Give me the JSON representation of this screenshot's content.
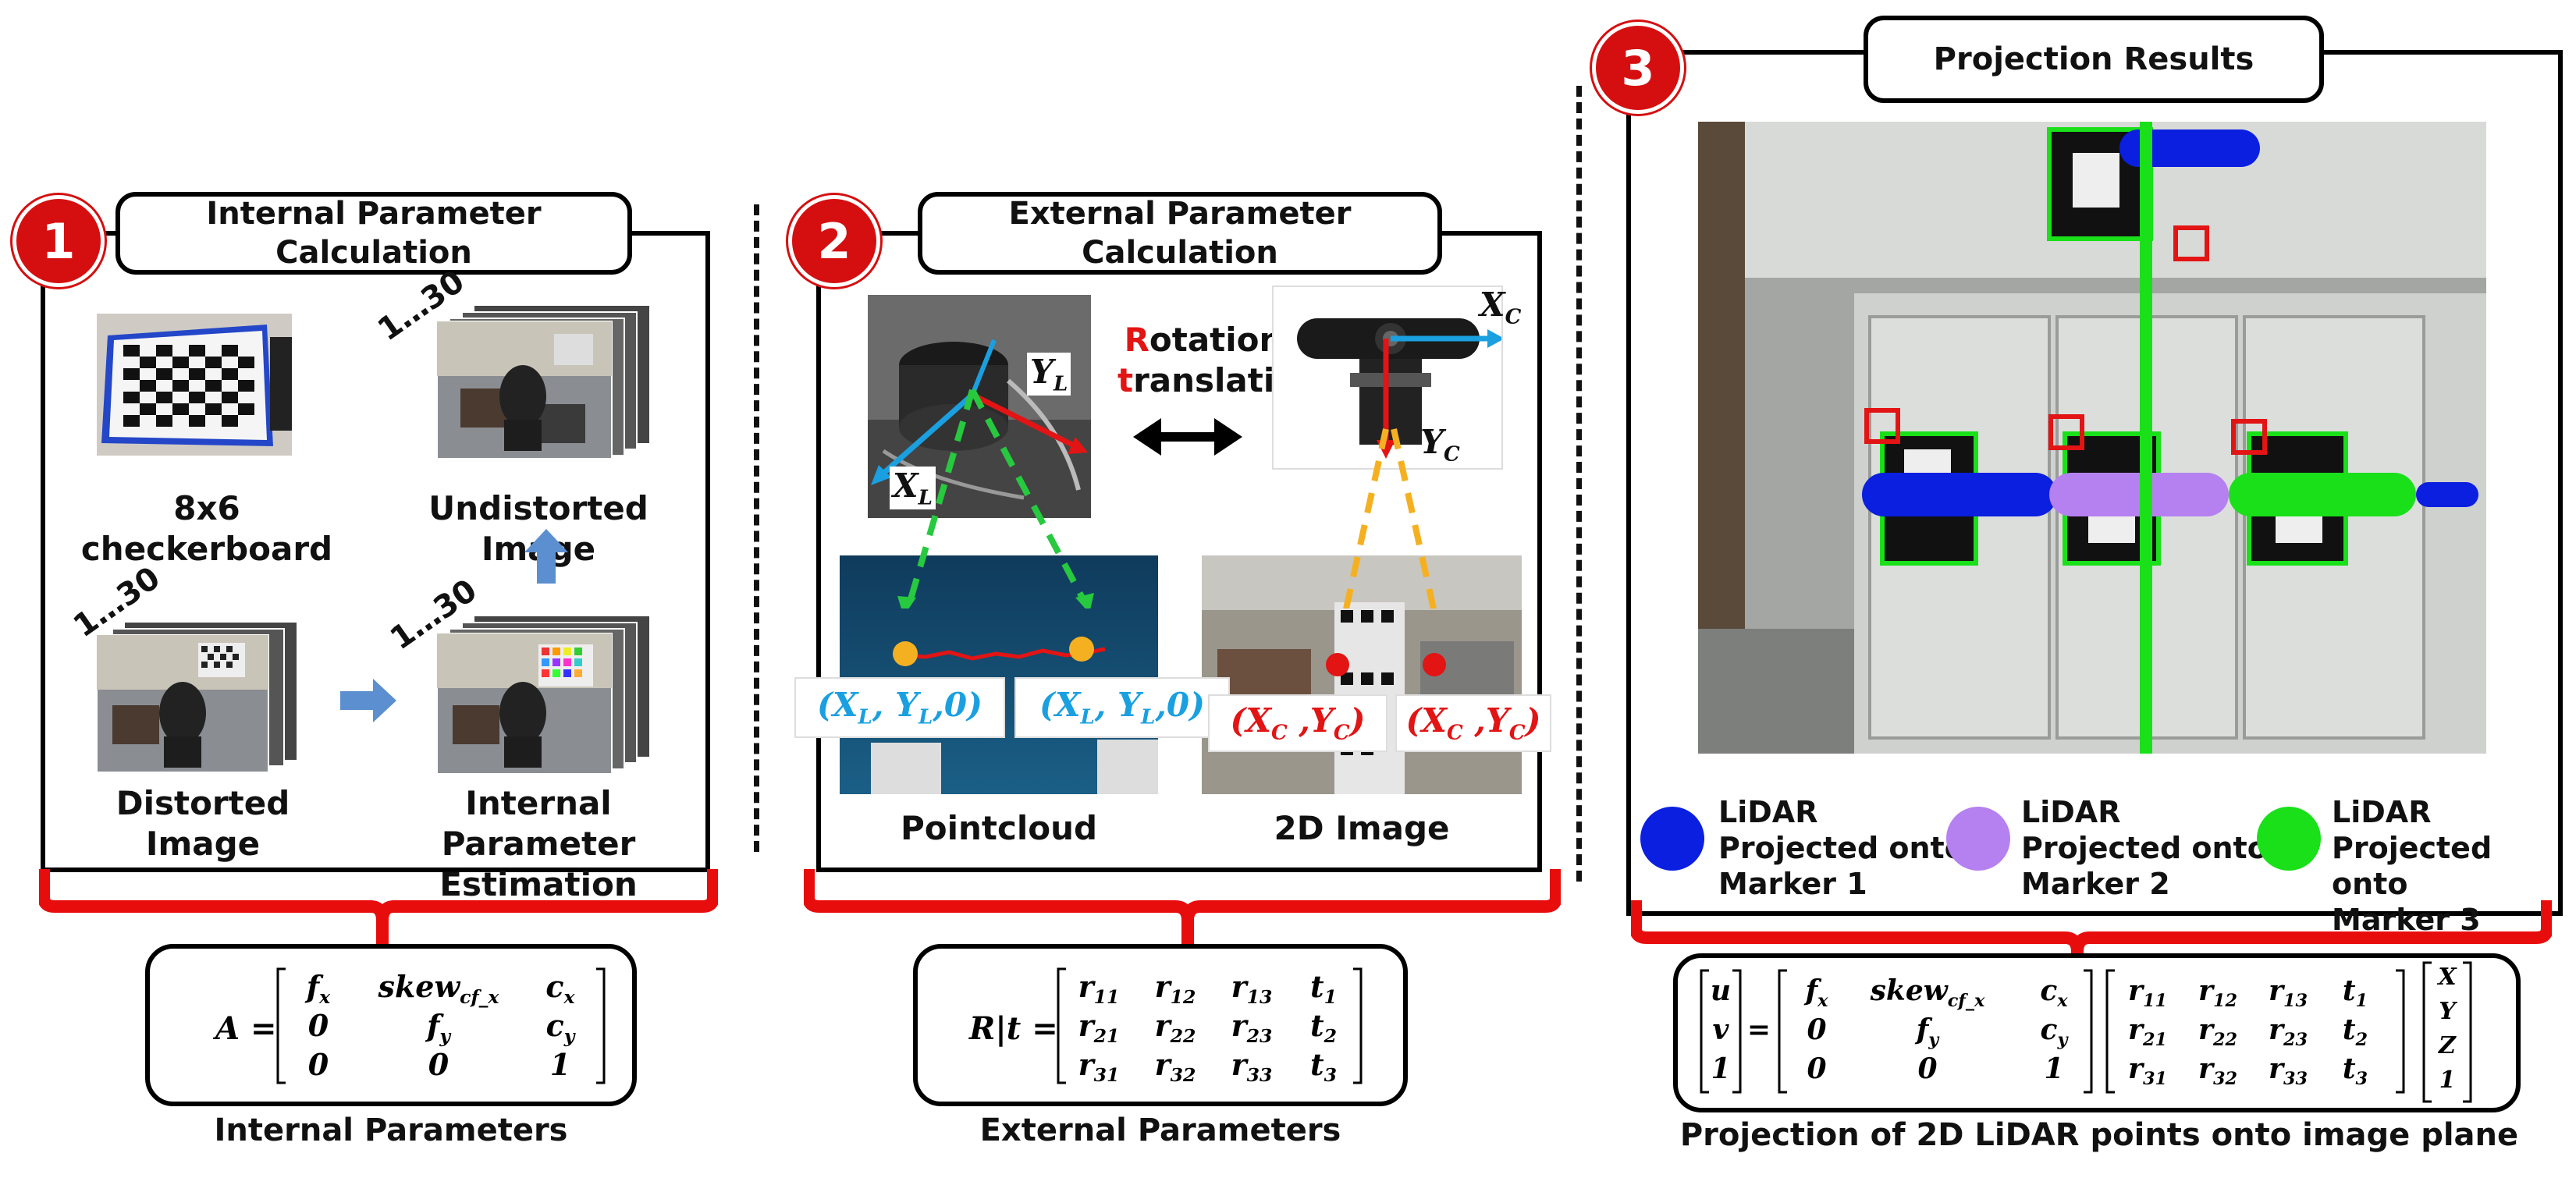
{
  "panel1": {
    "badge": "1",
    "title": "Internal Parameter Calculation",
    "checkerboard_label": "8x6 checkerboard",
    "undistorted_label": "Undistorted Image",
    "distorted_label": "Distorted Image",
    "estimation_label": "Internal Parameter Estimation",
    "count_a": "1…30",
    "count_b": "1…30",
    "count_c": "1…30",
    "equation_title": "Internal Parameters",
    "matrix": {
      "lhs": "A =",
      "rows": [
        [
          "f_x",
          "skew_cf_x",
          "c_x"
        ],
        [
          "0",
          "f_y",
          "c_y"
        ],
        [
          "0",
          "0",
          "1"
        ]
      ]
    }
  },
  "panel2": {
    "badge": "2",
    "title": "External Parameter Calculation",
    "rotation_r": "R",
    "rotation_rest": "otation",
    "translation_t": "t",
    "translation_rest": "ranslation",
    "lidar_axis_x": "X_L",
    "lidar_axis_y": "Y_L",
    "camera_axis_x": "X_C",
    "camera_axis_y": "Y_C",
    "lidar_point_1": "(X_L, Y_L,0)",
    "lidar_point_2": "(X_L, Y_L,0)",
    "camera_point_1": "(X_C ,Y_C)",
    "camera_point_2": "(X_C ,Y_C)",
    "pointcloud_label": "Pointcloud",
    "image_label": "2D Image",
    "equation_title": "External Parameters",
    "matrix": {
      "lhs": "R|t =",
      "rows": [
        [
          "r_11",
          "r_12",
          "r_13",
          "t_1"
        ],
        [
          "r_21",
          "r_22",
          "r_23",
          "t_2"
        ],
        [
          "r_31",
          "r_32",
          "r_33",
          "t_3"
        ]
      ]
    }
  },
  "panel3": {
    "badge": "3",
    "title": "Projection Results",
    "legend": [
      {
        "line1": "LiDAR",
        "line2": "Projected onto",
        "line3": "Marker 1",
        "color": "#0a1fe0"
      },
      {
        "line1": "LiDAR",
        "line2": "Projected onto",
        "line3": "Marker 2",
        "color": "#b580f0"
      },
      {
        "line1": "LiDAR",
        "line2": "Projected onto",
        "line3": "Marker 3",
        "color": "#19e019"
      }
    ],
    "equation_title": "Projection of 2D LiDAR points onto image plane",
    "uv": [
      "u",
      "v",
      "1"
    ],
    "xyz": [
      "X",
      "Y",
      "Z",
      "1"
    ],
    "intrinsic_rows": [
      [
        "f_x",
        "skew_cf_x",
        "c_x"
      ],
      [
        "0",
        "f_y",
        "c_y"
      ],
      [
        "0",
        "0",
        "1"
      ]
    ],
    "extrinsic_rows": [
      [
        "r_11",
        "r_12",
        "r_13",
        "t_1"
      ],
      [
        "r_21",
        "r_22",
        "r_23",
        "t_2"
      ],
      [
        "r_31",
        "r_32",
        "r_33",
        "t_3"
      ]
    ]
  },
  "colors": {
    "badge": "#d50f10",
    "bracket": "#e80d0d",
    "lidar_blue": "#1aa0e0",
    "camera_red": "#e21414",
    "dash_green": "#27c93f",
    "dash_orange": "#f5b022",
    "arrow_blue": "#5b8fcf"
  }
}
